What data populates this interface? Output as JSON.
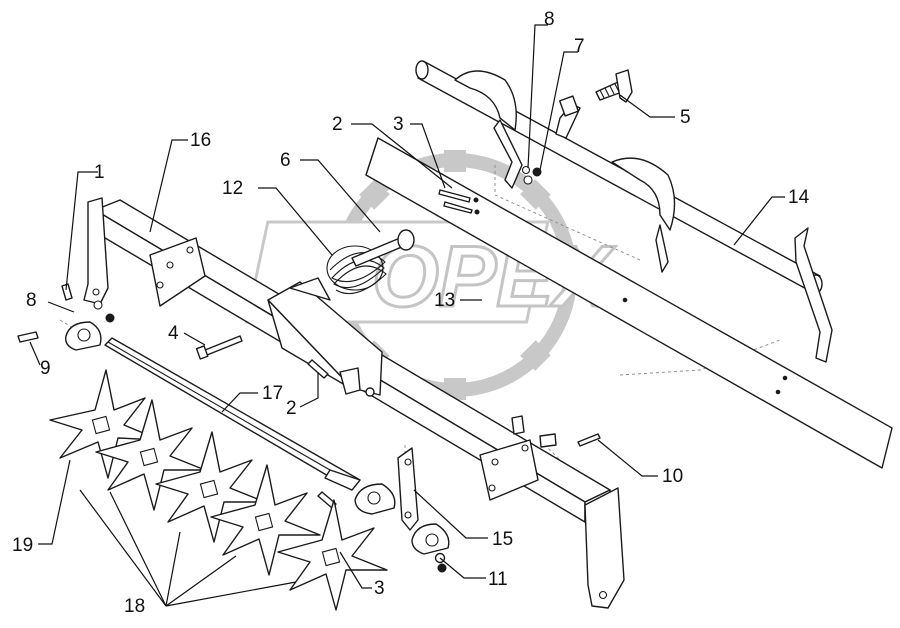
{
  "watermark": {
    "text": "OPEX",
    "color": "#c4c4c4"
  },
  "callouts": {
    "c1": "1",
    "c2a": "2",
    "c2b": "2",
    "c3a": "3",
    "c3b": "3",
    "c4": "4",
    "c5": "5",
    "c6": "6",
    "c7": "7",
    "c8a": "8",
    "c8b": "8",
    "c9": "9",
    "c10": "10",
    "c11": "11",
    "c12": "12",
    "c13": "13",
    "c14": "14",
    "c15": "15",
    "c16": "16",
    "c17": "17",
    "c18": "18",
    "c19": "19"
  },
  "colors": {
    "line": "#1a1a1a",
    "background": "#ffffff"
  }
}
